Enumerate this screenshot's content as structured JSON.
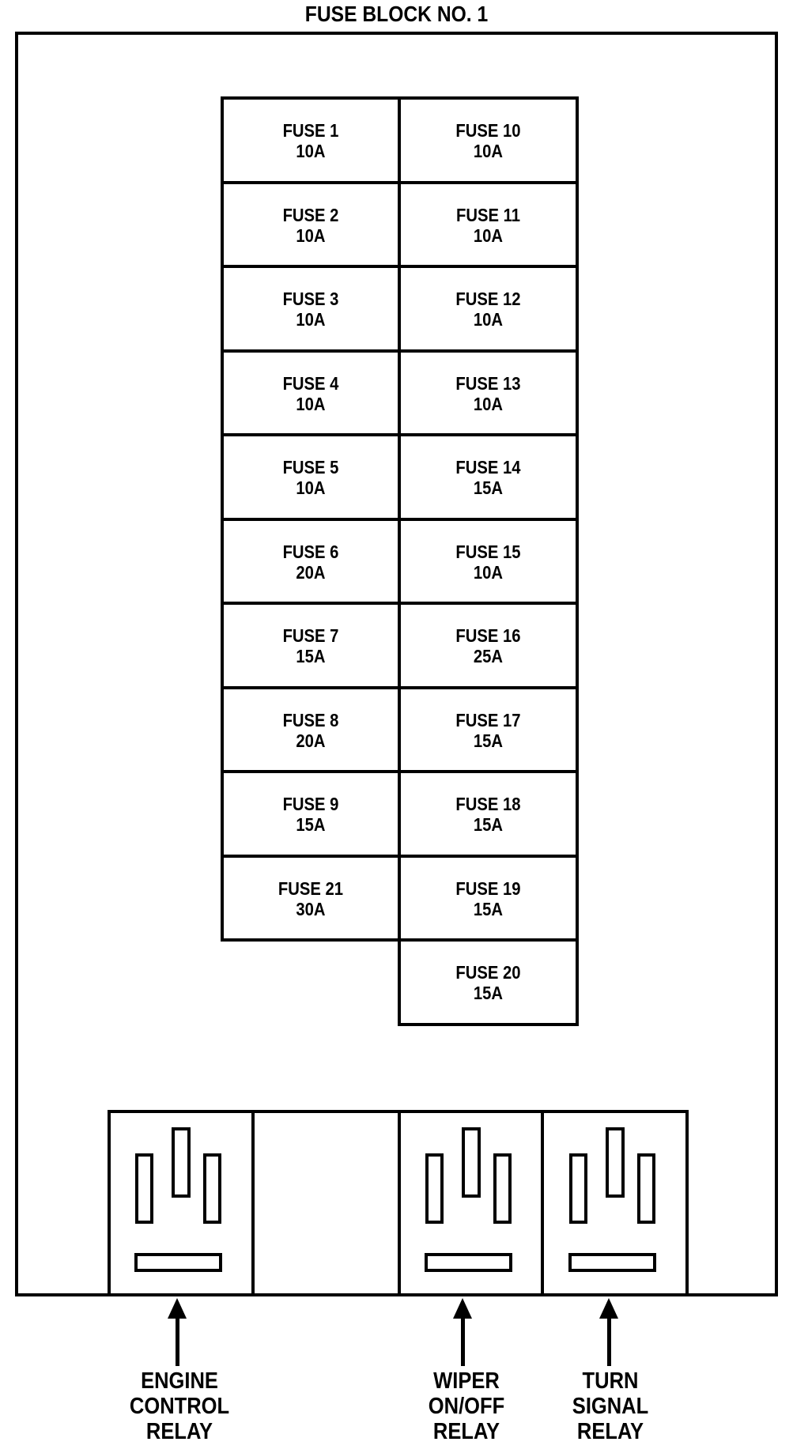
{
  "title": "FUSE BLOCK NO. 1",
  "colors": {
    "ink": "#000000",
    "paper": "#ffffff"
  },
  "fuse_block": {
    "left_column": [
      {
        "label": "FUSE 1",
        "amp": "10A"
      },
      {
        "label": "FUSE 2",
        "amp": "10A"
      },
      {
        "label": "FUSE 3",
        "amp": "10A"
      },
      {
        "label": "FUSE 4",
        "amp": "10A"
      },
      {
        "label": "FUSE 5",
        "amp": "10A"
      },
      {
        "label": "FUSE 6",
        "amp": "20A"
      },
      {
        "label": "FUSE 7",
        "amp": "15A"
      },
      {
        "label": "FUSE 8",
        "amp": "20A"
      },
      {
        "label": "FUSE 9",
        "amp": "15A"
      },
      {
        "label": "FUSE 21",
        "amp": "30A"
      }
    ],
    "right_column": [
      {
        "label": "FUSE 10",
        "amp": "10A"
      },
      {
        "label": "FUSE 11",
        "amp": "10A"
      },
      {
        "label": "FUSE 12",
        "amp": "10A"
      },
      {
        "label": "FUSE 13",
        "amp": "10A"
      },
      {
        "label": "FUSE 14",
        "amp": "15A"
      },
      {
        "label": "FUSE 15",
        "amp": "10A"
      },
      {
        "label": "FUSE 16",
        "amp": "25A"
      },
      {
        "label": "FUSE 17",
        "amp": "15A"
      },
      {
        "label": "FUSE 18",
        "amp": "15A"
      },
      {
        "label": "FUSE 19",
        "amp": "15A"
      },
      {
        "label": "FUSE 20",
        "amp": "15A"
      }
    ]
  },
  "relays": [
    {
      "lines": [
        "ENGINE",
        "CONTROL",
        "RELAY"
      ]
    },
    {
      "lines": [
        "WIPER",
        "ON/OFF",
        "RELAY"
      ]
    },
    {
      "lines": [
        "TURN",
        "SIGNAL",
        "RELAY"
      ]
    }
  ]
}
